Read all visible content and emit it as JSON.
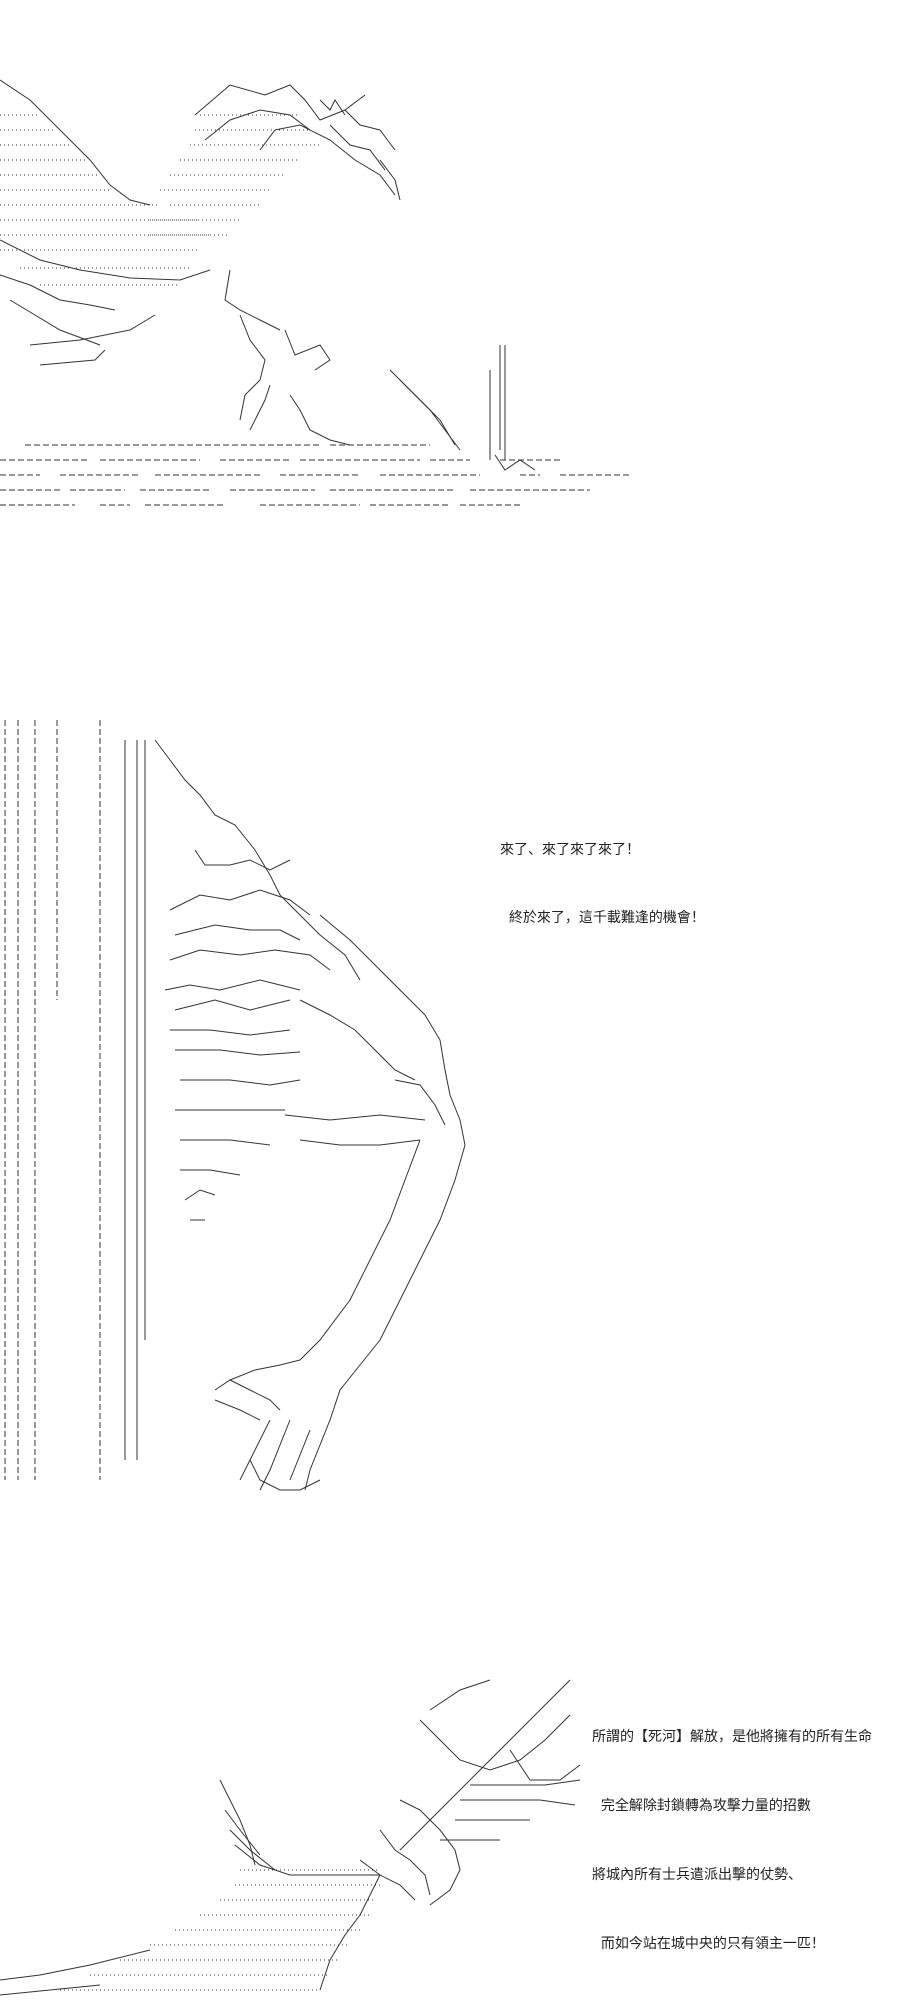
{
  "panels": [
    {
      "id": "panel-1",
      "lines": []
    },
    {
      "id": "panel-2",
      "lines": [
        "來了、來了來了來了！",
        "  終於來了，這千載難逢的機會！"
      ]
    },
    {
      "id": "panel-3",
      "lines": [
        "所謂的【死河】解放，是他將擁有的所有生命",
        "  完全解除封鎖轉為攻擊力量的招數",
        "將城內所有士兵遣派出擊的仗勢、",
        "  而如今站在城中央的只有領主一匹！"
      ]
    }
  ]
}
